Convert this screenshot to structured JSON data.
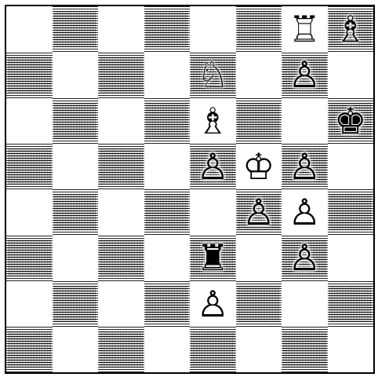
{
  "board": {
    "ranks": [
      [
        null,
        null,
        null,
        null,
        null,
        null,
        "♖",
        "♗"
      ],
      [
        null,
        null,
        null,
        null,
        "♘",
        null,
        "♙",
        null
      ],
      [
        null,
        null,
        null,
        null,
        "♗",
        null,
        null,
        "♚"
      ],
      [
        null,
        null,
        null,
        null,
        "♙",
        "♔",
        "♙",
        null
      ],
      [
        null,
        null,
        null,
        null,
        null,
        "♙",
        "♙",
        null
      ],
      [
        null,
        null,
        null,
        null,
        "♜",
        null,
        "♙",
        null
      ],
      [
        null,
        null,
        null,
        null,
        "♙",
        null,
        null,
        null
      ],
      [
        null,
        null,
        null,
        null,
        null,
        null,
        null,
        null
      ]
    ],
    "piece_names": [
      [
        null,
        null,
        null,
        null,
        null,
        null,
        "white-rook",
        "white-bishop"
      ],
      [
        null,
        null,
        null,
        null,
        "white-knight",
        null,
        "white-pawn",
        null
      ],
      [
        null,
        null,
        null,
        null,
        "white-bishop",
        null,
        null,
        "black-king"
      ],
      [
        null,
        null,
        null,
        null,
        "white-pawn",
        "white-king",
        "white-pawn",
        null
      ],
      [
        null,
        null,
        null,
        null,
        null,
        "white-pawn",
        "white-pawn",
        null
      ],
      [
        null,
        null,
        null,
        null,
        "black-rook",
        null,
        "white-pawn",
        null
      ],
      [
        null,
        null,
        null,
        null,
        "white-pawn",
        null,
        null,
        null
      ],
      [
        null,
        null,
        null,
        null,
        null,
        null,
        null,
        null
      ]
    ]
  }
}
